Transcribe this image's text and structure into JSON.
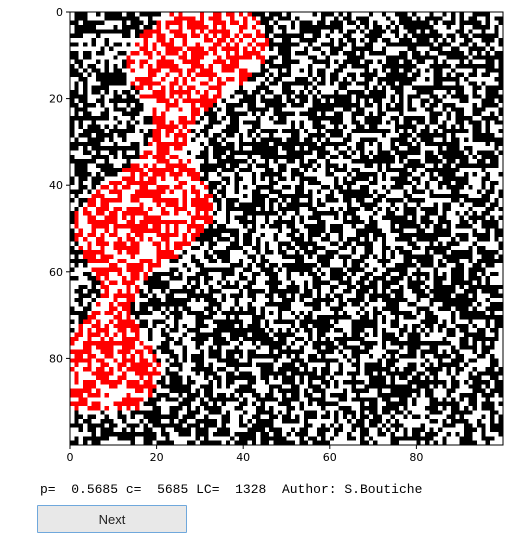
{
  "chart_data": {
    "type": "heatmap",
    "description_grid": "100x100 binary percolation lattice; red cells mark the largest cluster",
    "grid_size": 100,
    "x_ticks": [
      0,
      20,
      40,
      60,
      80
    ],
    "y_ticks": [
      0,
      20,
      40,
      60,
      80
    ],
    "xlim": [
      0,
      100
    ],
    "ylim": [
      0,
      100
    ],
    "colors": {
      "occupied": "#000000",
      "empty": "#ffffff",
      "cluster": "#ff0000"
    }
  },
  "status": {
    "p_label": "p=",
    "p_value": "0.5685",
    "c_label": "c=",
    "c_value": "5685",
    "lc_label": "LC=",
    "lc_value": "1328",
    "author_label": "Author:",
    "author_value": "S.Boutiche"
  },
  "controls": {
    "next_label": "Next"
  }
}
